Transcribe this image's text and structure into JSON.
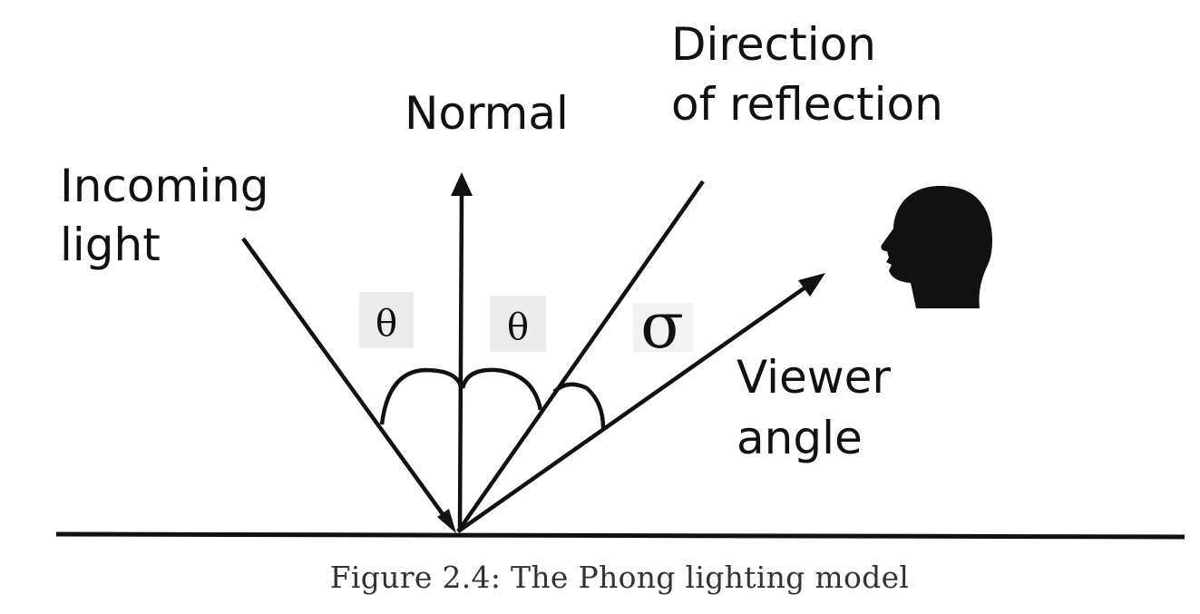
{
  "labels": {
    "normal": "Normal",
    "incoming_line1": "Incoming",
    "incoming_line2": "light",
    "reflection_line1": "Direction",
    "reflection_line2": "of reflection",
    "viewer_line1": "Viewer",
    "viewer_line2": "angle",
    "theta_left": "θ",
    "theta_right": "θ",
    "sigma": "σ"
  },
  "caption": "Figure 2.4: The Phong lighting model",
  "colors": {
    "ink": "#111111",
    "caption": "#333333",
    "theta_box": "#ececec"
  }
}
